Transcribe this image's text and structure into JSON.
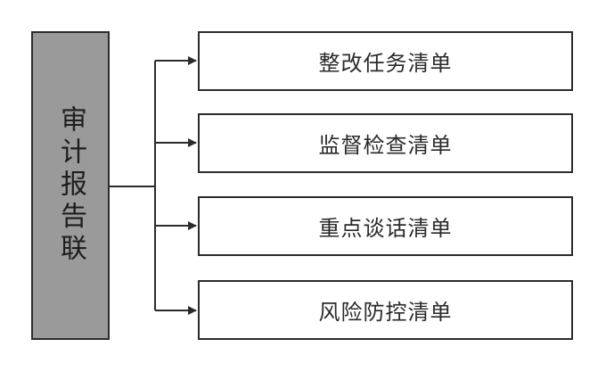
{
  "source": {
    "label": "审计报告联"
  },
  "targets": [
    {
      "label": "整改任务清单"
    },
    {
      "label": "监督检查清单"
    },
    {
      "label": "重点谈话清单"
    },
    {
      "label": "风险防控清单"
    }
  ],
  "colors": {
    "source_fill": "#9a9a9a",
    "stroke": "#2b2b2b",
    "target_fill": "#ffffff",
    "text": "#2a2a2a"
  }
}
